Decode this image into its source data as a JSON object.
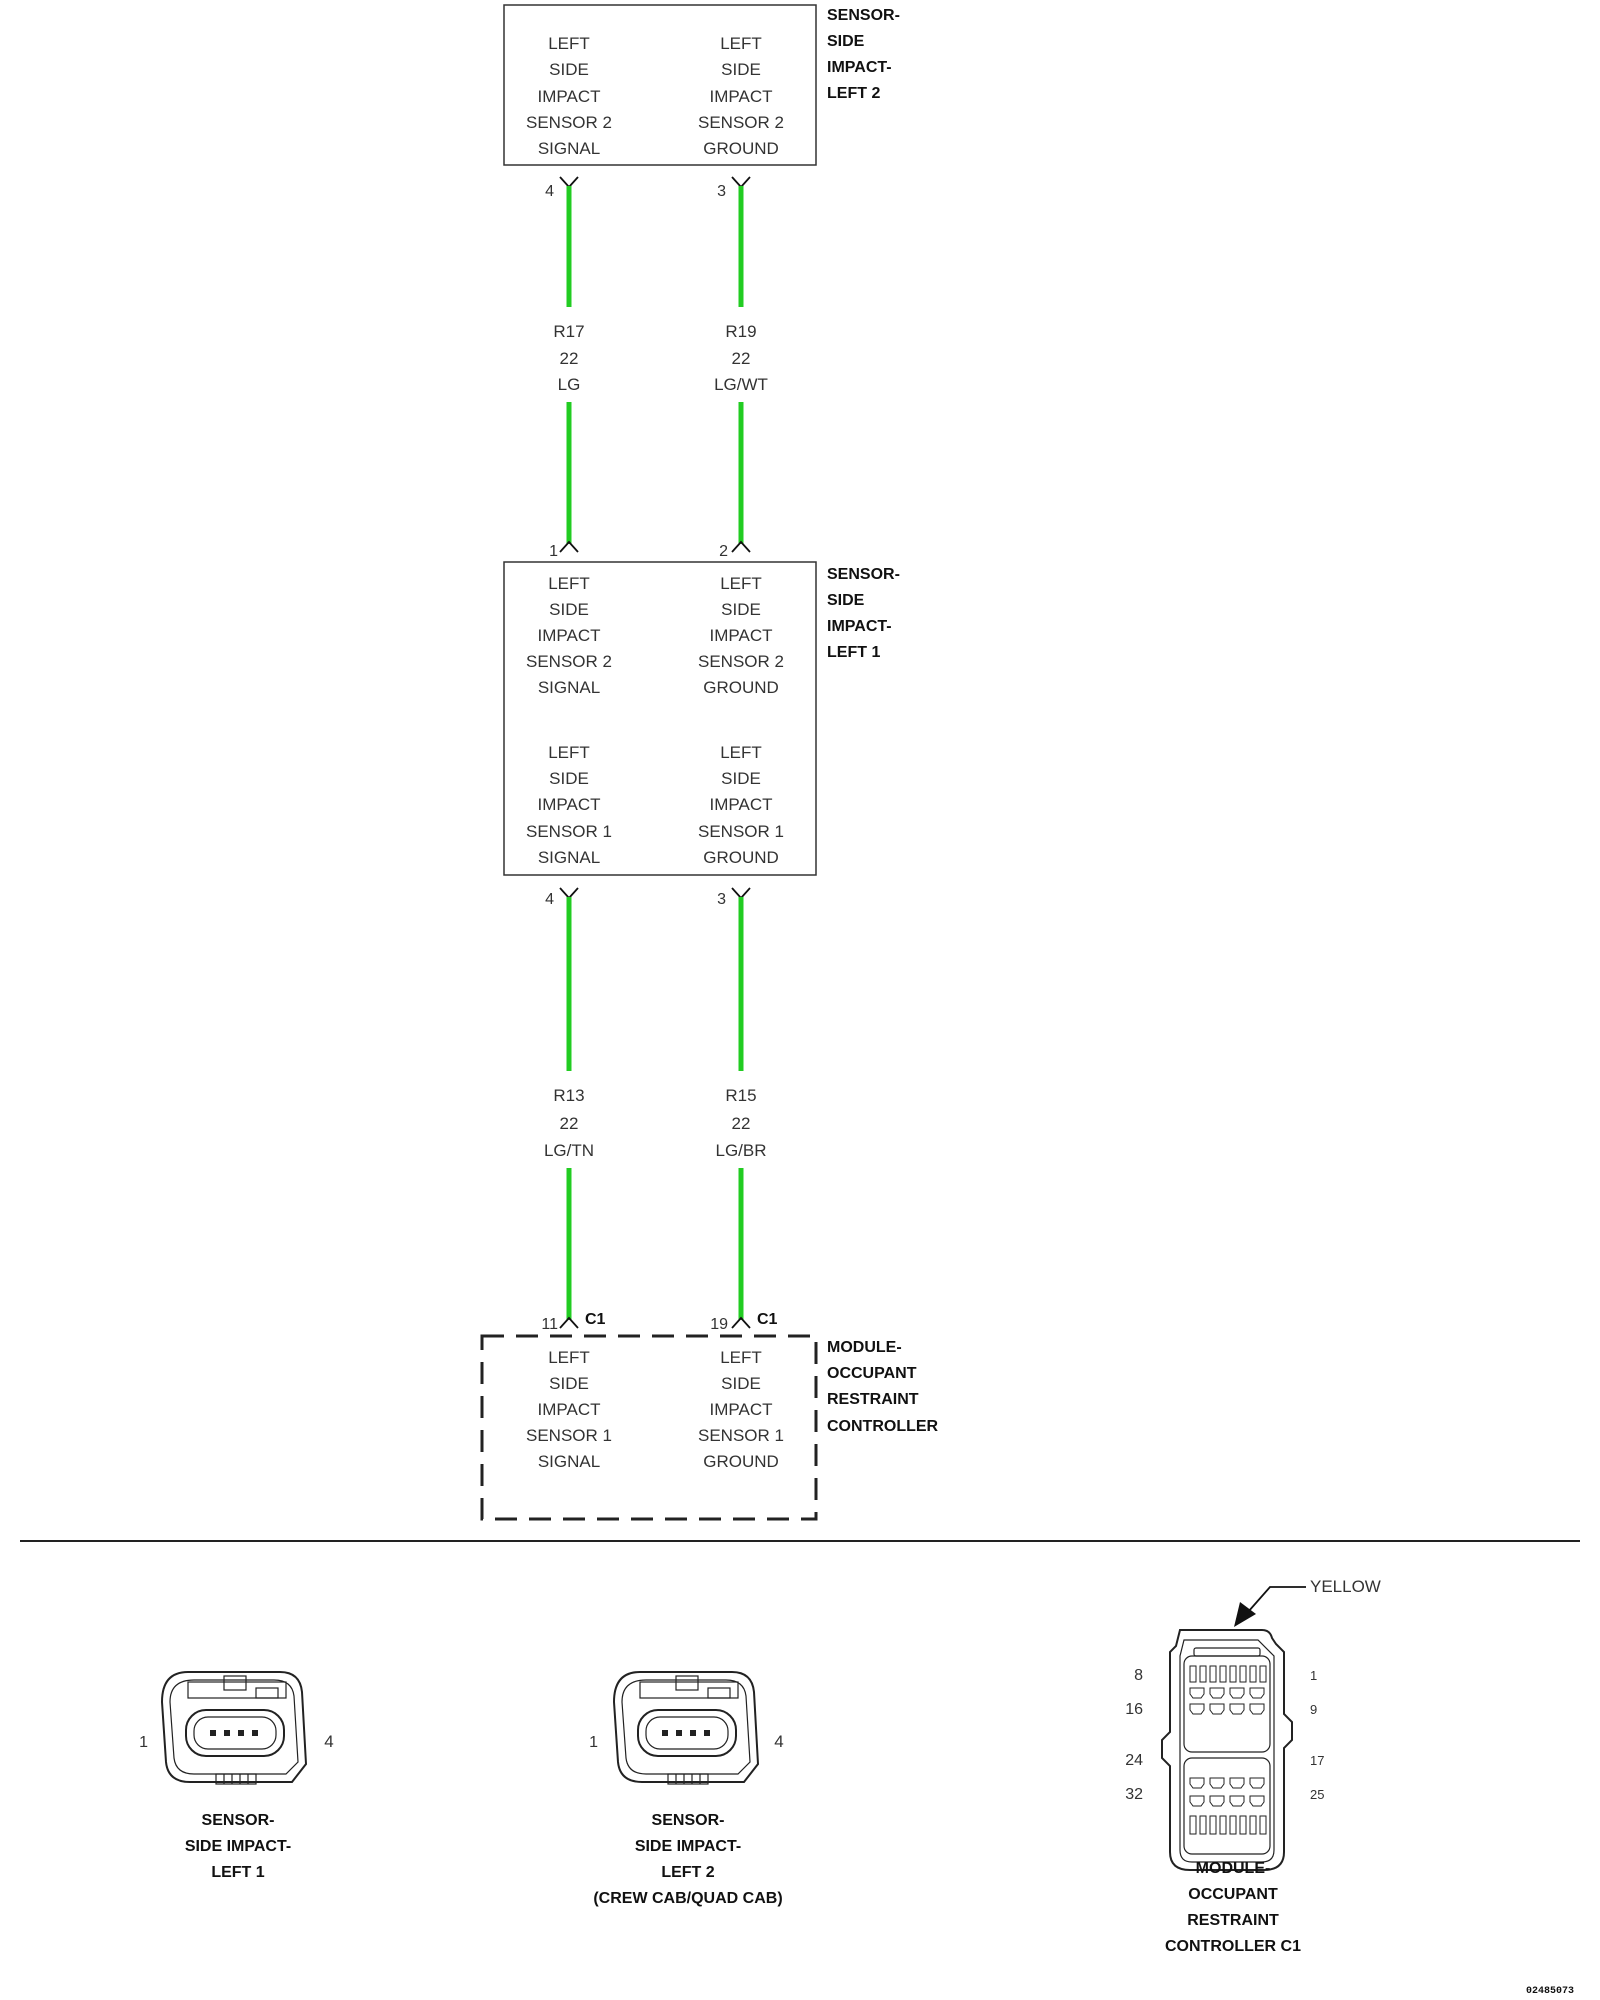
{
  "colors": {
    "wire": "#22cc22",
    "line": "#333333",
    "background": "#ffffff"
  },
  "sensor_left2": {
    "title": [
      "SENSOR-",
      "SIDE",
      "IMPACT-",
      "LEFT 2"
    ],
    "col1": [
      "LEFT",
      "SIDE",
      "IMPACT",
      "SENSOR 2",
      "SIGNAL"
    ],
    "col2": [
      "LEFT",
      "SIDE",
      "IMPACT",
      "SENSOR 2",
      "GROUND"
    ],
    "pin_a": "4",
    "pin_b": "3"
  },
  "wire_r17": {
    "circuit": "R17",
    "gauge": "22",
    "color": "LG"
  },
  "wire_r19": {
    "circuit": "R19",
    "gauge": "22",
    "color": "LG/WT"
  },
  "sensor_left1": {
    "pin_top_a": "1",
    "pin_top_b": "2",
    "title": [
      "SENSOR-",
      "SIDE",
      "IMPACT-",
      "LEFT 1"
    ],
    "group1_col1": [
      "LEFT",
      "SIDE",
      "IMPACT",
      "SENSOR 2",
      "SIGNAL"
    ],
    "group1_col2": [
      "LEFT",
      "SIDE",
      "IMPACT",
      "SENSOR 2",
      "GROUND"
    ],
    "group2_col1": [
      "LEFT",
      "SIDE",
      "IMPACT",
      "SENSOR 1",
      "SIGNAL"
    ],
    "group2_col2": [
      "LEFT",
      "SIDE",
      "IMPACT",
      "SENSOR 1",
      "GROUND"
    ],
    "pin_bottom_a": "4",
    "pin_bottom_b": "3"
  },
  "wire_r13": {
    "circuit": "R13",
    "gauge": "22",
    "color": "LG/TN"
  },
  "wire_r15": {
    "circuit": "R15",
    "gauge": "22",
    "color": "LG/BR"
  },
  "module": {
    "pin_a": "11",
    "pin_b": "19",
    "connector": "C1",
    "title": [
      "MODULE-",
      "OCCUPANT",
      "RESTRAINT",
      "CONTROLLER"
    ],
    "col1": [
      "LEFT",
      "SIDE",
      "IMPACT",
      "SENSOR 1",
      "SIGNAL"
    ],
    "col2": [
      "LEFT",
      "SIDE",
      "IMPACT",
      "SENSOR 1",
      "GROUND"
    ]
  },
  "connector_views": [
    {
      "pin_left": "1",
      "pin_right": "4",
      "caption": [
        "SENSOR-",
        "SIDE IMPACT-",
        "LEFT 1"
      ]
    },
    {
      "pin_left": "1",
      "pin_right": "4",
      "caption": [
        "SENSOR-",
        "SIDE IMPACT-",
        "LEFT 2",
        "(CREW CAB/QUAD CAB)"
      ]
    },
    {
      "callout": "YELLOW",
      "pins_left": [
        "8",
        "16",
        "24",
        "32"
      ],
      "pins_right": [
        "1",
        "9",
        "17",
        "25"
      ],
      "caption": [
        "MODULE-",
        "OCCUPANT",
        "RESTRAINT",
        "CONTROLLER C1"
      ]
    }
  ],
  "figure_code": "02485073"
}
